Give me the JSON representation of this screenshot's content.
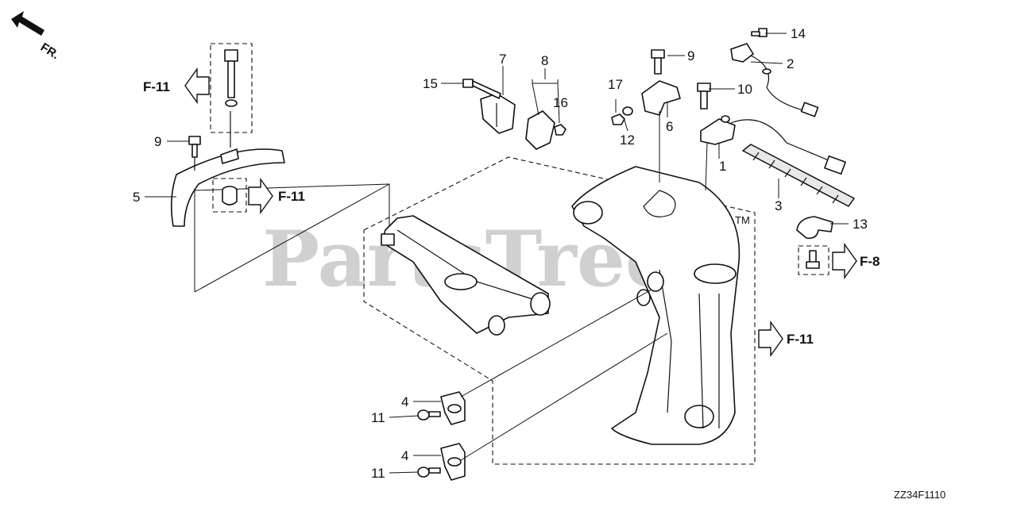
{
  "diagram": {
    "orientation_label": "FR.",
    "drawing_code": "ZZ34F1110",
    "watermark": {
      "top": "PartsTree",
      "trademark": "TM"
    },
    "references": [
      {
        "id": "ref-f11-a",
        "label": "F-11"
      },
      {
        "id": "ref-f11-b",
        "label": "F-11"
      },
      {
        "id": "ref-f11-c",
        "label": "F-11"
      },
      {
        "id": "ref-f8",
        "label": "F-8"
      }
    ],
    "callouts": [
      {
        "id": "c1",
        "label": "1"
      },
      {
        "id": "c2",
        "label": "2"
      },
      {
        "id": "c3",
        "label": "3"
      },
      {
        "id": "c4a",
        "label": "4"
      },
      {
        "id": "c4b",
        "label": "4"
      },
      {
        "id": "c5",
        "label": "5"
      },
      {
        "id": "c6",
        "label": "6"
      },
      {
        "id": "c7",
        "label": "7"
      },
      {
        "id": "c8",
        "label": "8"
      },
      {
        "id": "c9a",
        "label": "9"
      },
      {
        "id": "c9b",
        "label": "9"
      },
      {
        "id": "c10",
        "label": "10"
      },
      {
        "id": "c11a",
        "label": "11"
      },
      {
        "id": "c11b",
        "label": "11"
      },
      {
        "id": "c12",
        "label": "12"
      },
      {
        "id": "c13",
        "label": "13"
      },
      {
        "id": "c14",
        "label": "14"
      },
      {
        "id": "c15",
        "label": "15"
      },
      {
        "id": "c16",
        "label": "16"
      },
      {
        "id": "c17",
        "label": "17"
      }
    ]
  }
}
